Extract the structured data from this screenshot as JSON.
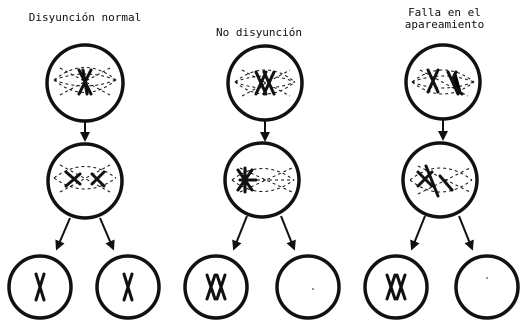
{
  "columns": [
    {
      "title": "Disyunción normal"
    },
    {
      "title": "No disyunción"
    },
    {
      "title": "Falla en el",
      "title_line2": "apareamiento"
    }
  ],
  "colors": {
    "ink": "#111111",
    "background": "#ffffff"
  }
}
